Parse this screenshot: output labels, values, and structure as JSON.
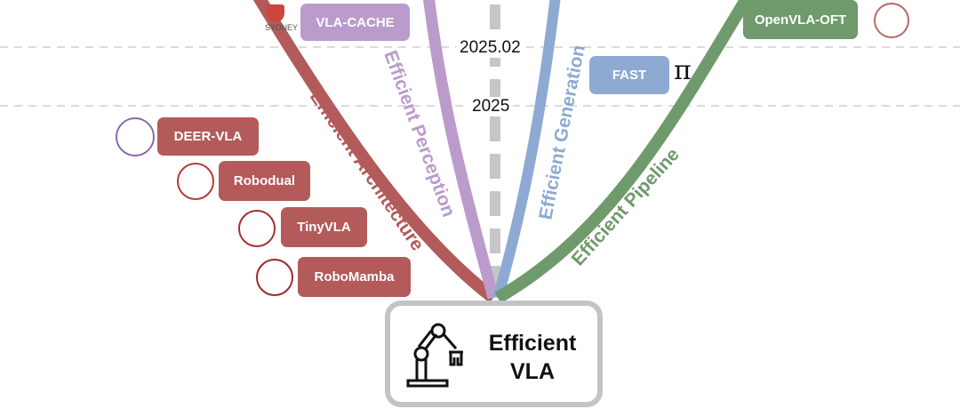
{
  "timeline": {
    "years": [
      "2025.02",
      "2025"
    ]
  },
  "branches": {
    "architecture": {
      "label": "Efficient Architecture",
      "color": "#b35a5a"
    },
    "perception": {
      "label": "Efficient Perception",
      "color": "#bb9bcb"
    },
    "generation": {
      "label": "Efficient Generation",
      "color": "#8eaad3"
    },
    "pipeline": {
      "label": "Efficient Pipeline",
      "color": "#6f9a6c"
    }
  },
  "methods": {
    "vla_cache": "VLA-CACHE",
    "fast": "FAST",
    "fast_symbol": "π",
    "openvla_oft": "OpenVLA-OFT",
    "deer_vla": "DEER-VLA",
    "robodual": "Robodual",
    "tinyvla": "TinyVLA",
    "robomamba": "RoboMamba"
  },
  "logos": {
    "sydney": "SYDNEY"
  },
  "center": {
    "line1": "Efficient",
    "line2": "VLA"
  }
}
